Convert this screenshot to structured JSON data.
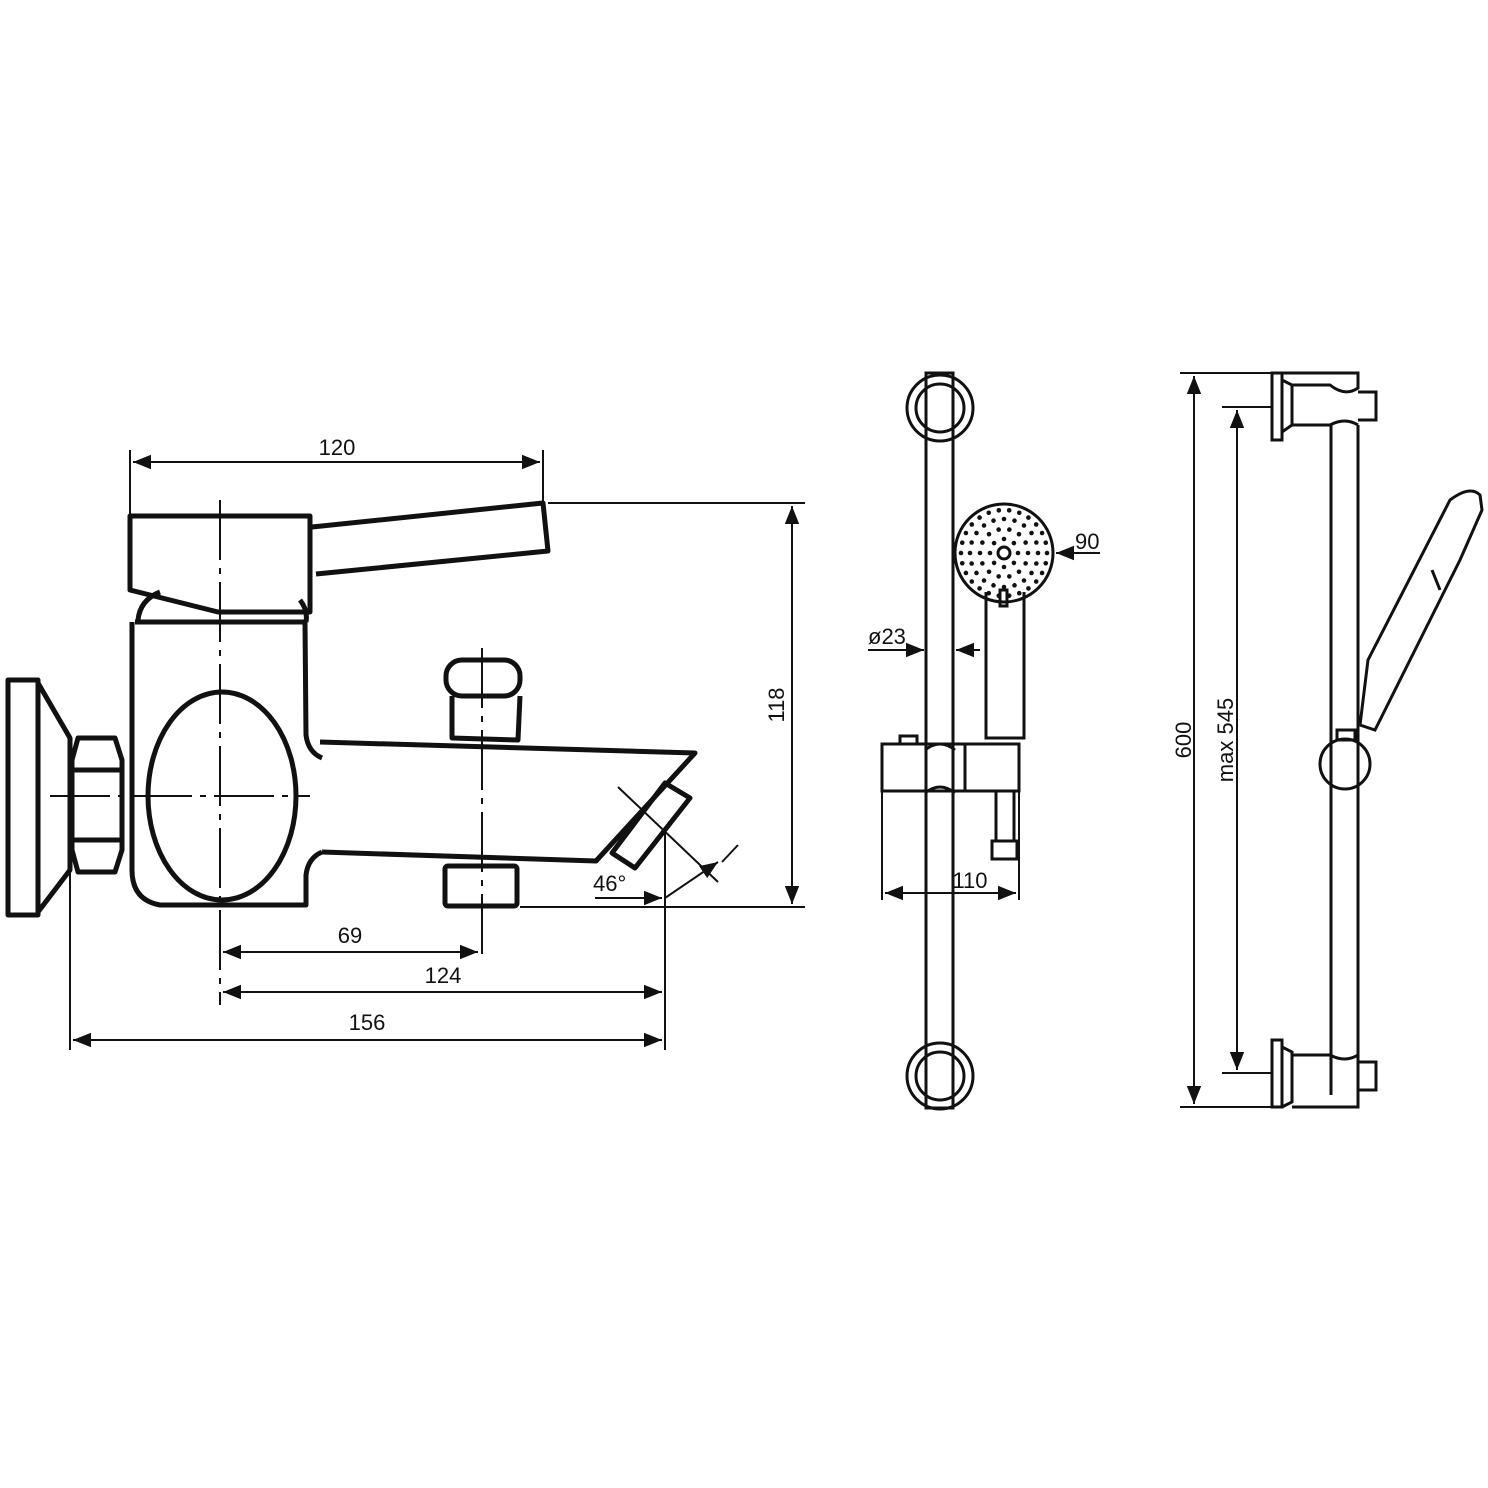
{
  "mixer": {
    "dim_lever_width": "120",
    "dim_height": "118",
    "dim_diverter": "69",
    "dim_spout_center": "124",
    "dim_total_projection": "156",
    "dim_spout_angle": "46°"
  },
  "rail_front": {
    "dim_head_diameter": "90",
    "dim_rail_diameter": "ø23",
    "dim_slider_depth": "110"
  },
  "rail_side": {
    "dim_total_length": "600",
    "dim_max_slide": "max 545"
  },
  "colors": {
    "line": "#111111",
    "background": "#ffffff"
  }
}
